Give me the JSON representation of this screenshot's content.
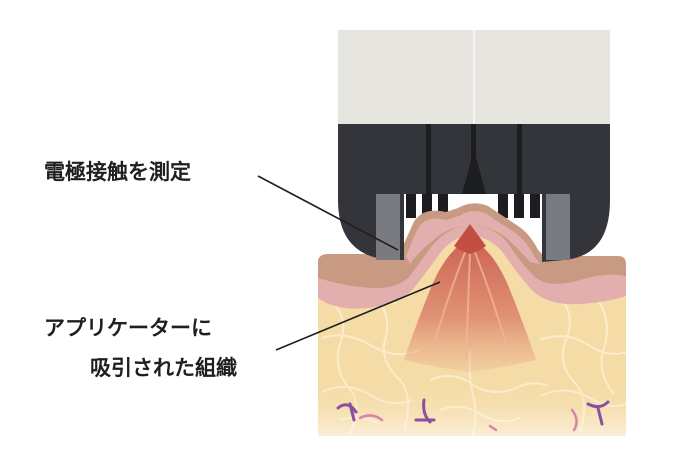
{
  "labels": {
    "electrode_contact": "電極接触を測定",
    "applicator_line1": "アプリケーターに",
    "applicator_line2": "吸引された組織"
  },
  "colors": {
    "applicator_top": "#e6e5df",
    "applicator_body": "#34353b",
    "electrode_gray": "#7a7b80",
    "skin_surface": "#c99a82",
    "dermis_pink": "#e3aeae",
    "subcutaneous_fat": "#f5dba6",
    "fat_cell_lines": "#fbeccb",
    "suctioned_tissue": "#d66c5a",
    "vessels": "#8a4fa3",
    "leader_line": "#1f1f1f"
  }
}
